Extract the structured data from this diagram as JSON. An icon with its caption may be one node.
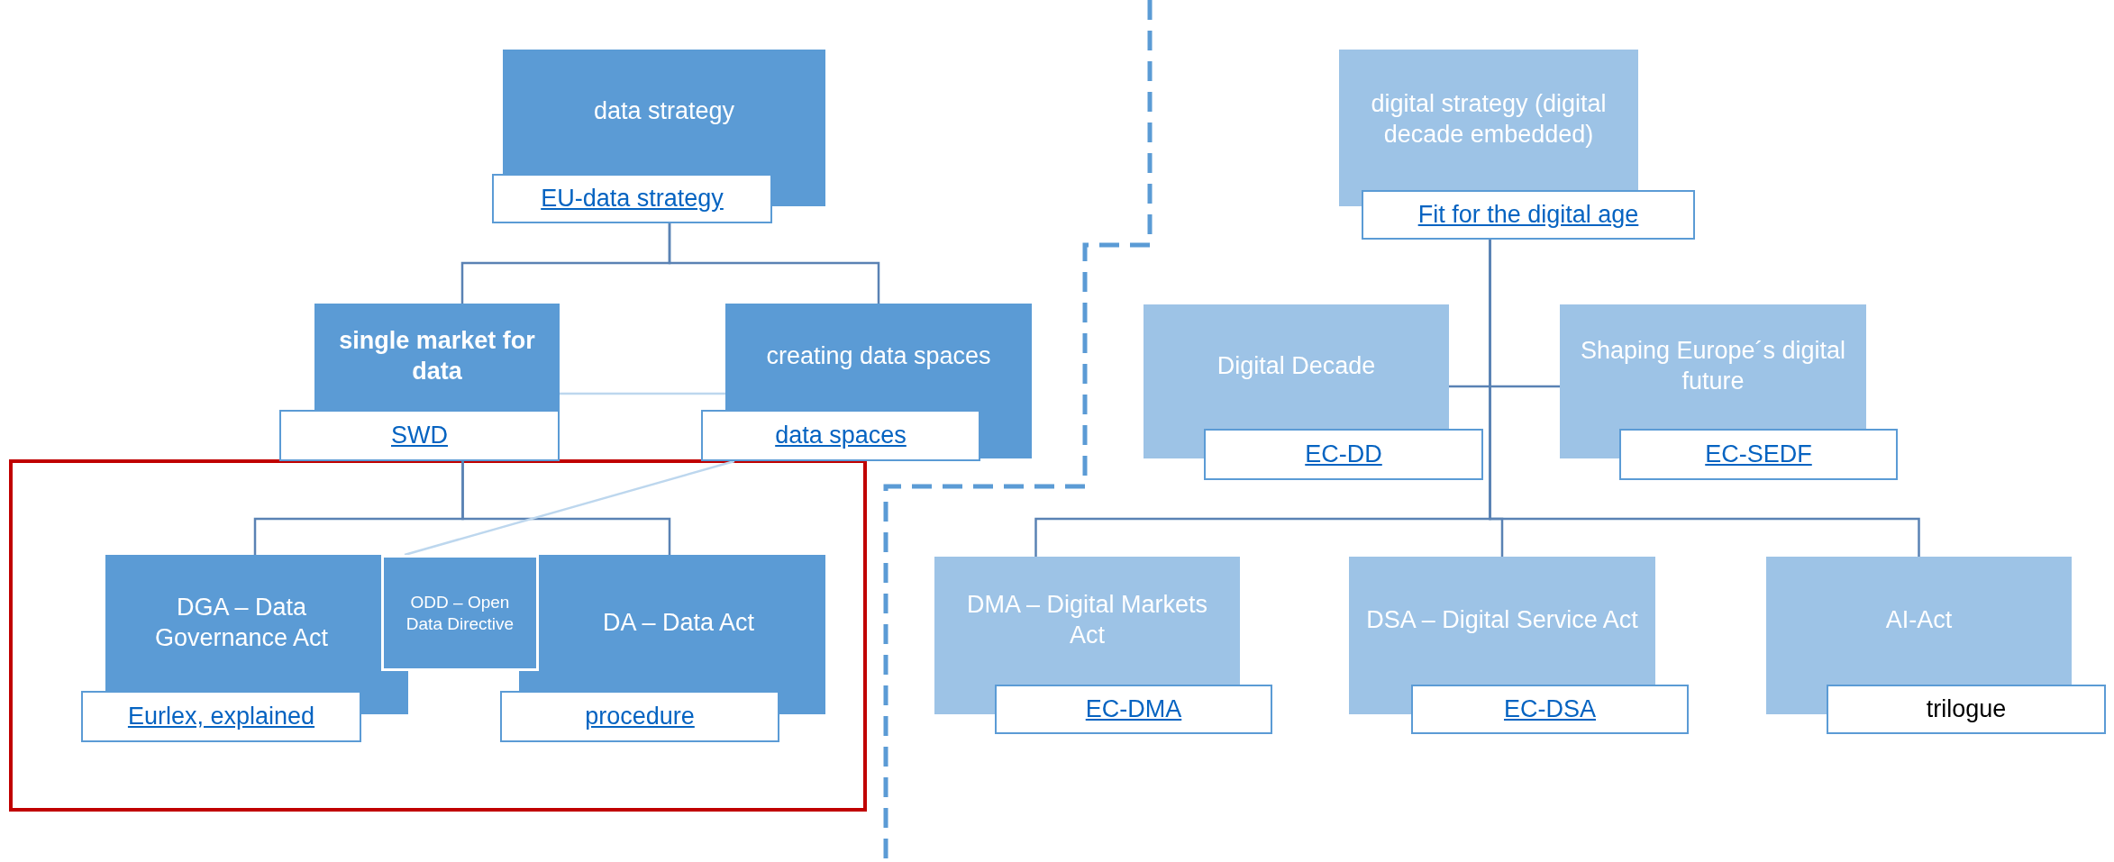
{
  "diagram": {
    "nodes": [
      {
        "text": [
          "data strategy",
          "EU-data strategy"
        ]
      },
      {
        "text": [
          "single market for data",
          "SWD"
        ]
      },
      {
        "text": [
          "creating data spaces",
          "data spaces"
        ]
      },
      {
        "text": [
          "DGA – Data Governance Act",
          "Eurlex, explained"
        ]
      },
      {
        "text": [
          "ODD – Open Data Directive"
        ]
      },
      {
        "text": [
          "DA – Data Act",
          "procedure"
        ]
      },
      {
        "text": [
          "digital strategy (digital decade embedded)",
          "Fit for the digital age"
        ]
      },
      {
        "text": [
          "Digital Decade",
          "EC-DD"
        ]
      },
      {
        "text": [
          "Shaping Europe´s digital future",
          "EC-SEDF"
        ]
      },
      {
        "text": [
          "DMA – Digital Markets Act",
          "EC-DMA"
        ]
      },
      {
        "text": [
          "DSA – Digital Service Act",
          "EC-DSA"
        ]
      },
      {
        "text": [
          "AI-Act",
          "trilogue"
        ]
      }
    ],
    "edges": [
      {
        "from": 0,
        "to": 1,
        "arrow": "none"
      },
      {
        "from": 0,
        "to": 2,
        "arrow": "none"
      },
      {
        "from": 1,
        "to": 2,
        "arrow": "none",
        "color": "#bdd7ee"
      },
      {
        "from": 1,
        "to": 3,
        "arrow": "none"
      },
      {
        "from": 1,
        "to": 5,
        "arrow": "none"
      },
      {
        "from": 2,
        "to": 4,
        "arrow": "none",
        "color": "#bdd7ee"
      },
      {
        "from": 6,
        "to": 9,
        "arrow": "none"
      },
      {
        "from": 6,
        "to": 10,
        "arrow": "none"
      },
      {
        "from": 6,
        "to": 11,
        "arrow": "none"
      },
      {
        "from": 7,
        "to": 8,
        "arrow": "none"
      }
    ]
  }
}
